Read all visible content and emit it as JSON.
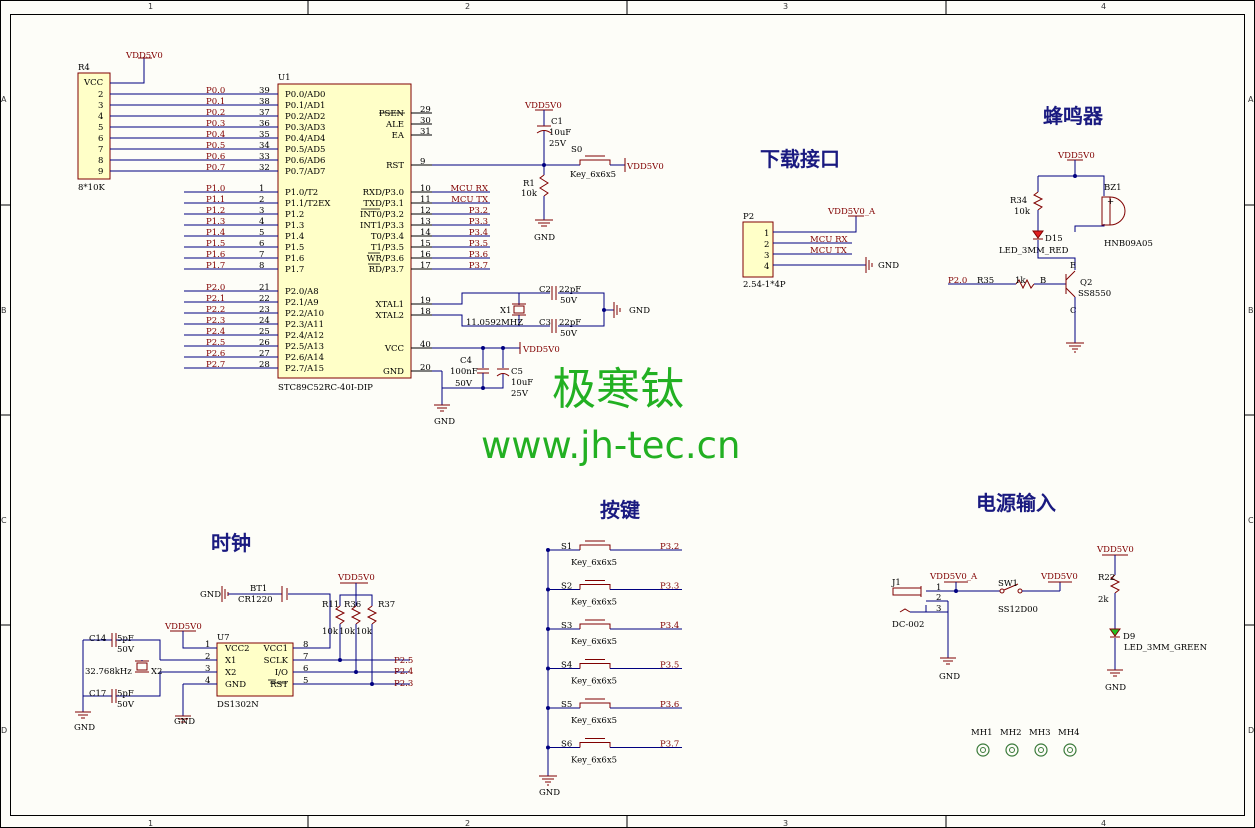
{
  "frame": {
    "col_labels": [
      "1",
      "2",
      "3",
      "4"
    ],
    "row_labels": [
      "A",
      "B",
      "C",
      "D"
    ]
  },
  "titles": {
    "download": "下载接口",
    "buzzer": "蜂鸣器",
    "clock": "时钟",
    "keys": "按键",
    "power": "电源输入"
  },
  "watermark": {
    "company": "极寒钛",
    "url": "www.jh-tec.cn"
  },
  "r4": {
    "ref": "R4",
    "value": "8*10K",
    "vcc_label": "VCC",
    "power": "VDD5V0",
    "pins": [
      "2",
      "3",
      "4",
      "5",
      "6",
      "7",
      "8",
      "9"
    ]
  },
  "u1": {
    "ref": "U1",
    "part": "STC89C52RC-40I-DIP",
    "left_pins": [
      {
        "num": "39",
        "name": "P0.0/AD0",
        "net": "P0.0"
      },
      {
        "num": "38",
        "name": "P0.1/AD1",
        "net": "P0.1"
      },
      {
        "num": "37",
        "name": "P0.2/AD2",
        "net": "P0.2"
      },
      {
        "num": "36",
        "name": "P0.3/AD3",
        "net": "P0.3"
      },
      {
        "num": "35",
        "name": "P0.4/AD4",
        "net": "P0.4"
      },
      {
        "num": "34",
        "name": "P0.5/AD5",
        "net": "P0.5"
      },
      {
        "num": "33",
        "name": "P0.6/AD6",
        "net": "P0.6"
      },
      {
        "num": "32",
        "name": "P0.7/AD7",
        "net": "P0.7"
      },
      {
        "num": "1",
        "name": "P1.0/T2",
        "net": "P1.0"
      },
      {
        "num": "2",
        "name": "P1.1/T2EX",
        "net": "P1.1"
      },
      {
        "num": "3",
        "name": "P1.2",
        "net": "P1.2"
      },
      {
        "num": "4",
        "name": "P1.3",
        "net": "P1.3"
      },
      {
        "num": "5",
        "name": "P1.4",
        "net": "P1.4"
      },
      {
        "num": "6",
        "name": "P1.5",
        "net": "P1.5"
      },
      {
        "num": "7",
        "name": "P1.6",
        "net": "P1.6"
      },
      {
        "num": "8",
        "name": "P1.7",
        "net": "P1.7"
      },
      {
        "num": "21",
        "name": "P2.0/A8",
        "net": "P2.0"
      },
      {
        "num": "22",
        "name": "P2.1/A9",
        "net": "P2.1"
      },
      {
        "num": "23",
        "name": "P2.2/A10",
        "net": "P2.2"
      },
      {
        "num": "24",
        "name": "P2.3/A11",
        "net": "P2.3"
      },
      {
        "num": "25",
        "name": "P2.4/A12",
        "net": "P2.4"
      },
      {
        "num": "26",
        "name": "P2.5/A13",
        "net": "P2.5"
      },
      {
        "num": "27",
        "name": "P2.6/A14",
        "net": "P2.6"
      },
      {
        "num": "28",
        "name": "P2.7/A15",
        "net": "P2.7"
      }
    ],
    "right_pins_top": [
      {
        "num": "29",
        "name": "PSEN"
      },
      {
        "num": "30",
        "name": "ALE"
      },
      {
        "num": "31",
        "name": "EA"
      },
      {
        "num": "9",
        "name": "RST"
      }
    ],
    "right_pins_p3": [
      {
        "num": "10",
        "name": "RXD/P3.0",
        "net": "MCU RX"
      },
      {
        "num": "11",
        "name": "TXD/P3.1",
        "net": "MCU TX"
      },
      {
        "num": "12",
        "name": "INT0/P3.2",
        "net": "P3.2"
      },
      {
        "num": "13",
        "name": "INT1/P3.3",
        "net": "P3.3"
      },
      {
        "num": "14",
        "name": "T0/P3.4",
        "net": "P3.4"
      },
      {
        "num": "15",
        "name": "T1/P3.5",
        "net": "P3.5"
      },
      {
        "num": "16",
        "name": "WR/P3.6",
        "net": "P3.6"
      },
      {
        "num": "17",
        "name": "RD/P3.7",
        "net": "P3.7"
      }
    ],
    "right_pins_bottom": [
      {
        "num": "19",
        "name": "XTAL1"
      },
      {
        "num": "18",
        "name": "XTAL2"
      },
      {
        "num": "40",
        "name": "VCC"
      },
      {
        "num": "20",
        "name": "GND"
      }
    ]
  },
  "reset": {
    "power": "VDD5V0",
    "c1": {
      "ref": "C1",
      "value": "10uF",
      "voltage": "25V"
    },
    "s0": {
      "ref": "S0",
      "part": "Key_6x6x5",
      "power": "VDD5V0"
    },
    "r1": {
      "ref": "R1",
      "value": "10k"
    },
    "gnd": "GND"
  },
  "crystal": {
    "c2": {
      "ref": "C2",
      "value": "22pF",
      "voltage": "50V"
    },
    "c3": {
      "ref": "C3",
      "value": "22pF",
      "voltage": "50V"
    },
    "x1": {
      "ref": "X1",
      "value": "11.0592MHZ"
    },
    "gnd": "GND"
  },
  "decoupling": {
    "power": "VDD5V0",
    "c4": {
      "ref": "C4",
      "value": "100nF",
      "voltage": "50V"
    },
    "c5": {
      "ref": "C5",
      "value": "10uF",
      "voltage": "25V"
    },
    "gnd": "GND"
  },
  "p2": {
    "ref": "P2",
    "part": "2.54-1*4P",
    "power": "VDD5V0_A",
    "pins": [
      "1",
      "2",
      "3",
      "4"
    ],
    "nets": [
      "MCU RX",
      "MCU TX"
    ],
    "gnd": "GND"
  },
  "buzzer": {
    "power": "VDD5V0",
    "r34": {
      "ref": "R34",
      "value": "10k"
    },
    "d15": {
      "ref": "D15",
      "part": "LED_3MM_RED"
    },
    "bz1": {
      "ref": "BZ1",
      "part": "HNB09A05"
    },
    "q2": {
      "ref": "Q2",
      "part": "SS8550",
      "pins": [
        "B",
        "E",
        "C"
      ]
    },
    "r35": {
      "ref": "R35",
      "value": "1k"
    },
    "net": "P2.0"
  },
  "rtc": {
    "bt1": {
      "ref": "BT1",
      "part": "CR1220"
    },
    "gnd": "GND",
    "power": "VDD5V0",
    "c14": {
      "ref": "C14",
      "value": "5pF",
      "voltage": "50V"
    },
    "c17": {
      "ref": "C17",
      "value": "5pF",
      "voltage": "50V"
    },
    "x2": {
      "ref": "X2",
      "value": "32.768kHz"
    },
    "u7": {
      "ref": "U7",
      "part": "DS1302N",
      "left": [
        {
          "num": "1",
          "name": "VCC2"
        },
        {
          "num": "2",
          "name": "X1"
        },
        {
          "num": "3",
          "name": "X2"
        },
        {
          "num": "4",
          "name": "GND"
        }
      ],
      "right": [
        {
          "num": "8",
          "name": "VCC1"
        },
        {
          "num": "7",
          "name": "SCLK"
        },
        {
          "num": "6",
          "name": "I/O"
        },
        {
          "num": "5",
          "name": "RST"
        }
      ]
    },
    "resistors": [
      {
        "ref": "R11",
        "value": "10k"
      },
      {
        "ref": "R36",
        "value": "10k"
      },
      {
        "ref": "R37",
        "value": "10k"
      }
    ],
    "nets": [
      "P2.5",
      "P2.4",
      "P2.3"
    ]
  },
  "keys": {
    "part": "Key_6x6x5",
    "items": [
      {
        "ref": "S1",
        "net": "P3.2"
      },
      {
        "ref": "S2",
        "net": "P3.3"
      },
      {
        "ref": "S3",
        "net": "P3.4"
      },
      {
        "ref": "S4",
        "net": "P3.5"
      },
      {
        "ref": "S5",
        "net": "P3.6"
      },
      {
        "ref": "S6",
        "net": "P3.7"
      }
    ],
    "gnd": "GND"
  },
  "power_in": {
    "j1": {
      "ref": "J1",
      "part": "DC-002",
      "pins": [
        "1",
        "2",
        "3"
      ]
    },
    "net_a": "VDD5V0_A",
    "sw1": {
      "ref": "SW1",
      "part": "SS12D00"
    },
    "power": "VDD5V0",
    "r22": {
      "ref": "R22",
      "value": "2k"
    },
    "d9": {
      "ref": "D9",
      "part": "LED_3MM_GREEN"
    },
    "gnd": "GND",
    "holes": [
      "MH1",
      "MH2",
      "MH3",
      "MH4"
    ]
  }
}
